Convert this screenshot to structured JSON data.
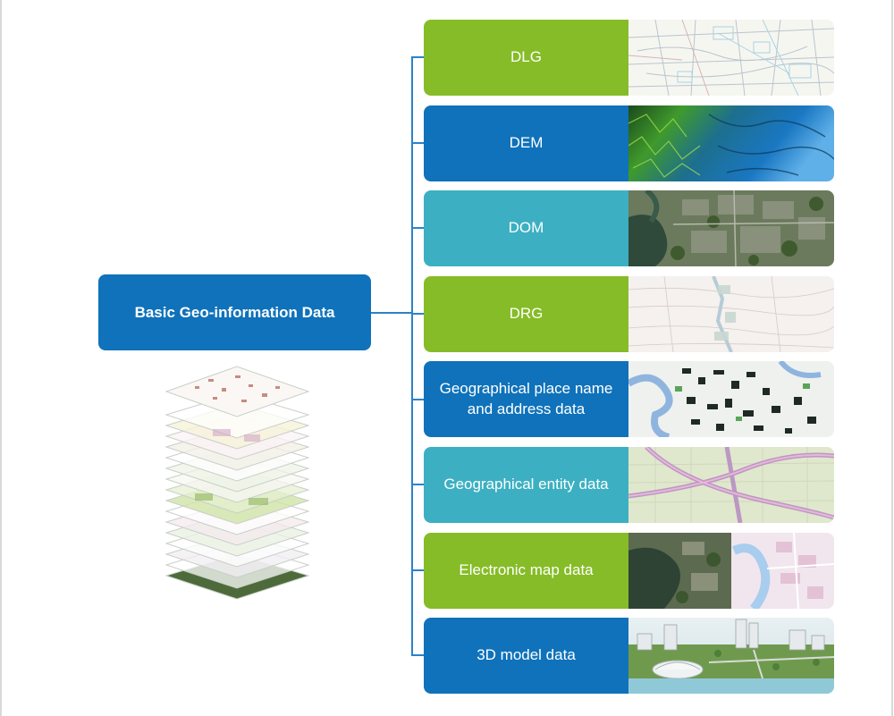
{
  "root": {
    "label": "Basic Geo-information Data"
  },
  "categories": [
    {
      "label": "DLG",
      "color": "#86bc27",
      "thumb_icon": "line-map-thumbnail"
    },
    {
      "label": "DEM",
      "color": "#0f72ba",
      "thumb_icon": "elevation-model-thumbnail"
    },
    {
      "label": "DOM",
      "color": "#3cb0c2",
      "thumb_icon": "orthophoto-thumbnail"
    },
    {
      "label": "DRG",
      "color": "#86bc27",
      "thumb_icon": "raster-graphic-thumbnail"
    },
    {
      "label": "Geographical place name and address data",
      "color": "#0f72ba",
      "thumb_icon": "place-name-map-thumbnail"
    },
    {
      "label": "Geographical entity data",
      "color": "#3cb0c2",
      "thumb_icon": "entity-map-thumbnail"
    },
    {
      "label": "Electronic map data",
      "color": "#86bc27",
      "thumb_icon": "electronic-map-thumbnail"
    },
    {
      "label": "3D model data",
      "color": "#0f72ba",
      "thumb_icon": "3d-city-model-thumbnail"
    }
  ]
}
